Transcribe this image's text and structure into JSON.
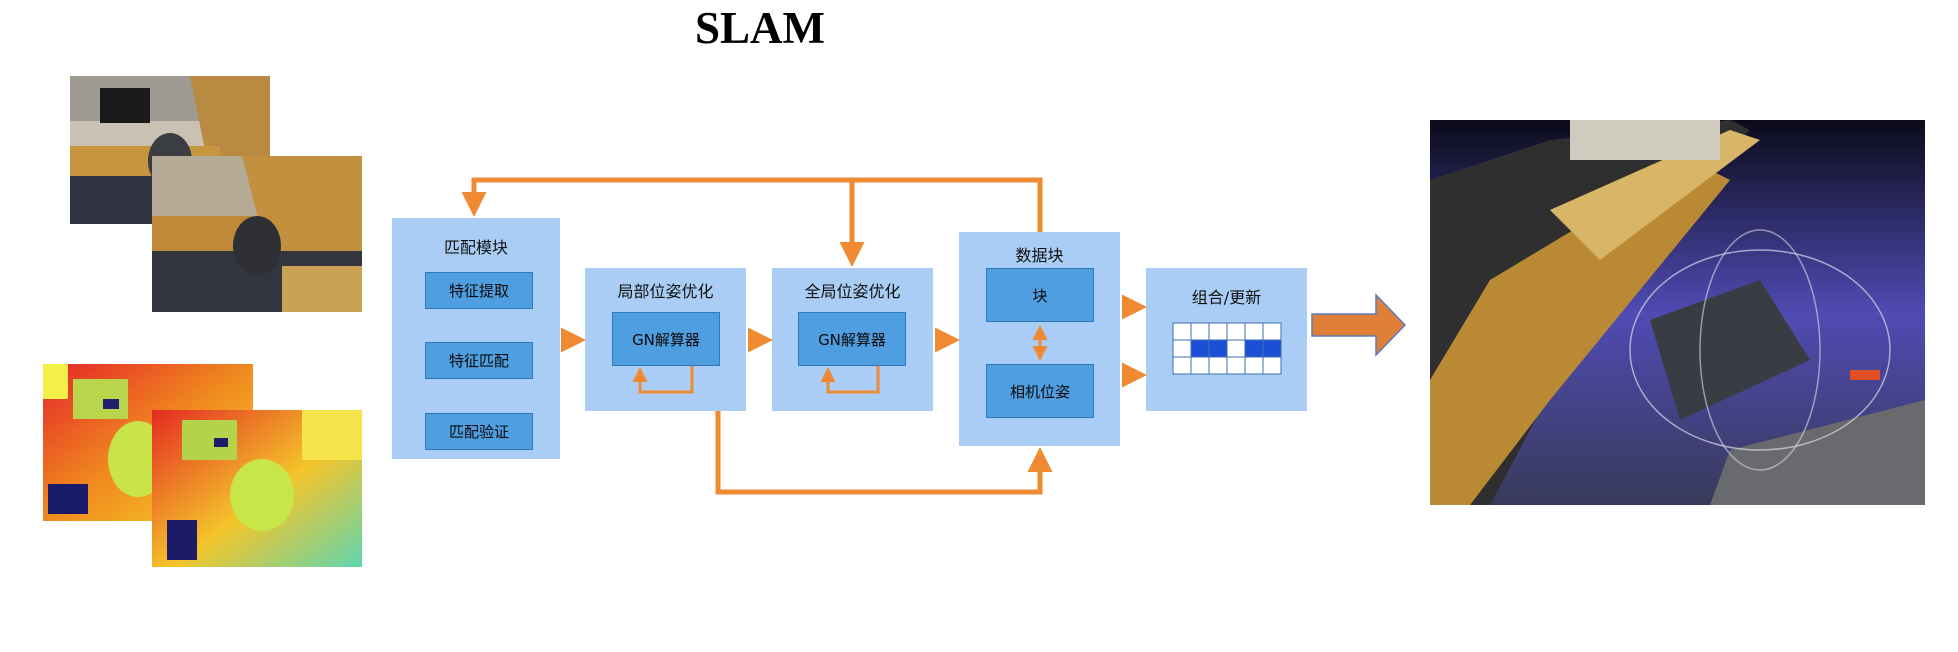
{
  "title": "SLAM",
  "inputs": {
    "rgb_frames": [
      "rgb-frame-1",
      "rgb-frame-2"
    ],
    "depth_frames": [
      "depth-frame-1",
      "depth-frame-2"
    ]
  },
  "modules": {
    "matching": {
      "title": "匹配模块",
      "items": [
        "特征提取",
        "特征匹配",
        "匹配验证"
      ]
    },
    "local_pose": {
      "title": "局部位姿优化",
      "solver": "GN解算器"
    },
    "global_pose": {
      "title": "全局位姿优化",
      "solver": "GN解算器"
    },
    "data_block": {
      "title": "数据块",
      "block": "块",
      "camera_pose": "相机位姿"
    },
    "combine": {
      "title": "组合/更新",
      "grid_pattern": [
        [
          0,
          0,
          0,
          0,
          0,
          0
        ],
        [
          0,
          1,
          1,
          0,
          1,
          1
        ],
        [
          0,
          0,
          0,
          0,
          0,
          0
        ]
      ]
    }
  },
  "output": {
    "name": "reconstruction-3d"
  },
  "colors": {
    "arrow": "#ef8a33",
    "module_bg": "#a9cdf4",
    "sub_bg": "#4e9ee0",
    "grid_fill": "#1d4ed8",
    "big_arrow": "#e07f37"
  }
}
